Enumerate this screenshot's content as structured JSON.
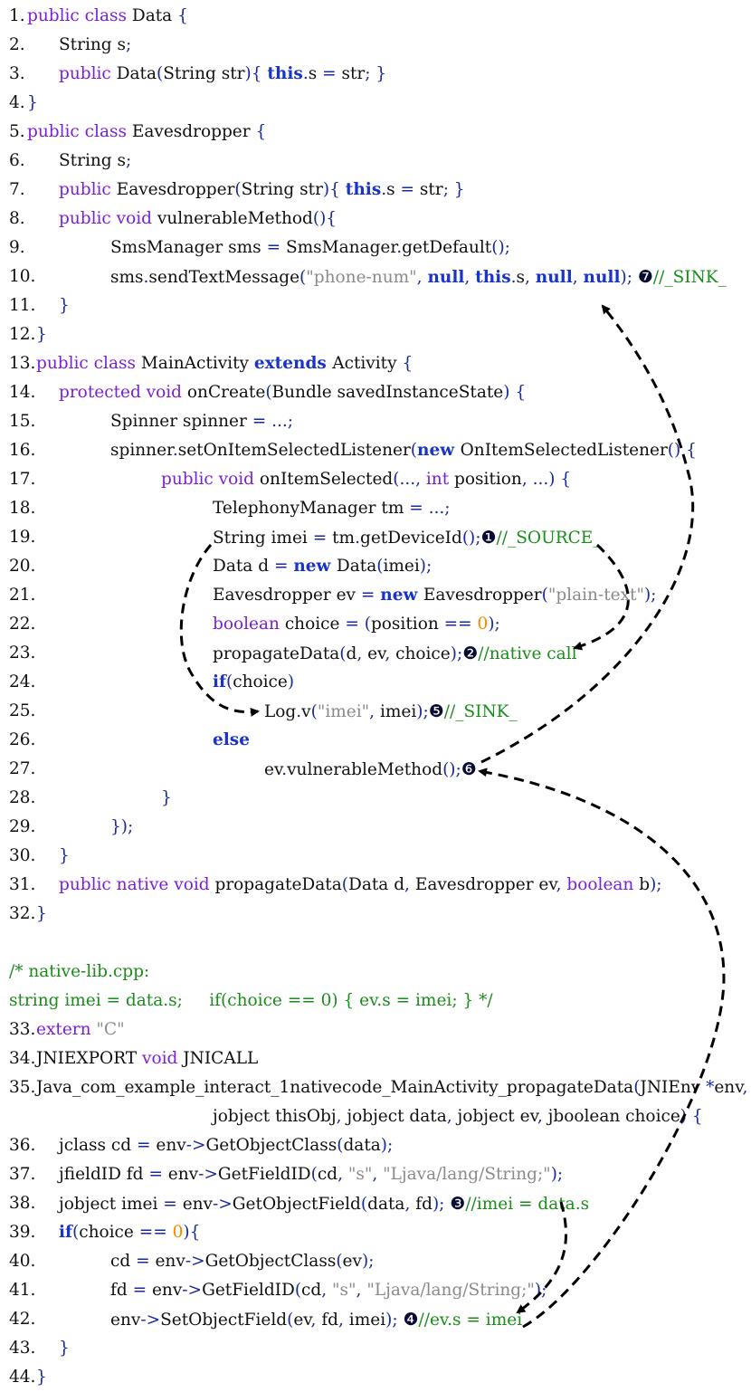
{
  "lines": [
    {
      "n": "1.",
      "indent": 0,
      "tokens": [
        [
          "kw",
          "public class "
        ],
        [
          "id",
          "Data "
        ],
        [
          "sym",
          "{"
        ]
      ]
    },
    {
      "n": "2.",
      "indent": 1,
      "tokens": [
        [
          "id",
          "String s"
        ],
        [
          "sym",
          ";"
        ]
      ]
    },
    {
      "n": "3.",
      "indent": 1,
      "tokens": [
        [
          "kw",
          "public "
        ],
        [
          "id",
          "Data"
        ],
        [
          "sym",
          "("
        ],
        [
          "id",
          "String str"
        ],
        [
          "sym",
          "){ "
        ],
        [
          "bkw",
          "this"
        ],
        [
          "sym",
          "."
        ],
        [
          "id",
          "s "
        ],
        [
          "sym",
          "= "
        ],
        [
          "id",
          "str"
        ],
        [
          "sym",
          "; }"
        ]
      ]
    },
    {
      "n": "4.",
      "indent": 0,
      "tokens": [
        [
          "sym",
          "}"
        ]
      ]
    },
    {
      "n": "5.",
      "indent": 0,
      "tokens": [
        [
          "kw",
          "public class "
        ],
        [
          "id",
          "Eavesdropper "
        ],
        [
          "sym",
          "{"
        ]
      ]
    },
    {
      "n": "6.",
      "indent": 1,
      "tokens": [
        [
          "id",
          "String s"
        ],
        [
          "sym",
          ";"
        ]
      ]
    },
    {
      "n": "7.",
      "indent": 1,
      "tokens": [
        [
          "kw",
          "public "
        ],
        [
          "id",
          "Eavesdropper"
        ],
        [
          "sym",
          "("
        ],
        [
          "id",
          "String str"
        ],
        [
          "sym",
          "){ "
        ],
        [
          "bkw",
          "this"
        ],
        [
          "sym",
          "."
        ],
        [
          "id",
          "s "
        ],
        [
          "sym",
          "= "
        ],
        [
          "id",
          "str"
        ],
        [
          "sym",
          "; }"
        ]
      ]
    },
    {
      "n": "8.",
      "indent": 1,
      "tokens": [
        [
          "kw",
          "public void "
        ],
        [
          "id",
          "vulnerableMethod"
        ],
        [
          "sym",
          "(){"
        ]
      ]
    },
    {
      "n": "9.",
      "indent": 2,
      "tokens": [
        [
          "id",
          "SmsManager sms "
        ],
        [
          "sym",
          "= "
        ],
        [
          "id",
          "SmsManager"
        ],
        [
          "sym",
          "."
        ],
        [
          "id",
          "getDefault"
        ],
        [
          "sym",
          "();"
        ]
      ]
    },
    {
      "n": "10.",
      "indent": 2,
      "tokens": [
        [
          "id",
          "sms"
        ],
        [
          "sym",
          "."
        ],
        [
          "id",
          "sendTextMessage"
        ],
        [
          "sym",
          "("
        ],
        [
          "str",
          "\"phone-num\""
        ],
        [
          "sym",
          ", "
        ],
        [
          "bkw",
          "null"
        ],
        [
          "sym",
          ", "
        ],
        [
          "bkw",
          "this"
        ],
        [
          "sym",
          "."
        ],
        [
          "id",
          "s"
        ],
        [
          "sym",
          ", "
        ],
        [
          "bkw",
          "null"
        ],
        [
          "sym",
          ", "
        ],
        [
          "bkw",
          "null"
        ],
        [
          "sym",
          "); "
        ],
        [
          "circ",
          "❼"
        ],
        [
          "cm",
          "//_SINK_"
        ]
      ]
    },
    {
      "n": "11.",
      "indent": 1,
      "tokens": [
        [
          "sym",
          "}"
        ]
      ]
    },
    {
      "n": "12.",
      "indent": 0,
      "tokens": [
        [
          "sym",
          "}"
        ]
      ]
    },
    {
      "n": "13.",
      "indent": 0,
      "tokens": [
        [
          "kw",
          "public class "
        ],
        [
          "id",
          "MainActivity "
        ],
        [
          "bkw",
          "extends "
        ],
        [
          "id",
          "Activity "
        ],
        [
          "sym",
          "{"
        ]
      ]
    },
    {
      "n": "14.",
      "indent": 1,
      "tokens": [
        [
          "kw",
          "protected void "
        ],
        [
          "id",
          "onCreate"
        ],
        [
          "sym",
          "("
        ],
        [
          "id",
          "Bundle savedInstanceState"
        ],
        [
          "sym",
          ") {"
        ]
      ]
    },
    {
      "n": "15.",
      "indent": 2,
      "tokens": [
        [
          "id",
          "Spinner spinner "
        ],
        [
          "sym",
          "= ...;"
        ]
      ]
    },
    {
      "n": "16.",
      "indent": 2,
      "tokens": [
        [
          "id",
          "spinner"
        ],
        [
          "sym",
          "."
        ],
        [
          "id",
          "setOnItemSelectedListener"
        ],
        [
          "sym",
          "("
        ],
        [
          "bkw",
          "new "
        ],
        [
          "id",
          "OnItemSelectedListener"
        ],
        [
          "sym",
          "() {"
        ]
      ]
    },
    {
      "n": "17.",
      "indent": 3,
      "tokens": [
        [
          "kw",
          "public void "
        ],
        [
          "id",
          "onItemSelected"
        ],
        [
          "sym",
          "(..., "
        ],
        [
          "kw",
          "int "
        ],
        [
          "id",
          "position"
        ],
        [
          "sym",
          ", ...) {"
        ]
      ]
    },
    {
      "n": "18.",
      "indent": 4,
      "tokens": [
        [
          "id",
          "TelephonyManager tm "
        ],
        [
          "sym",
          "= ...;"
        ]
      ]
    },
    {
      "n": "19.",
      "indent": 4,
      "tokens": [
        [
          "id",
          "String imei "
        ],
        [
          "sym",
          "= "
        ],
        [
          "id",
          "tm"
        ],
        [
          "sym",
          "."
        ],
        [
          "id",
          "getDeviceId"
        ],
        [
          "sym",
          "();"
        ],
        [
          "circ",
          "❶"
        ],
        [
          "cm",
          "//_SOURCE_"
        ]
      ]
    },
    {
      "n": "20.",
      "indent": 4,
      "tokens": [
        [
          "id",
          "Data d "
        ],
        [
          "sym",
          "= "
        ],
        [
          "bkw",
          "new "
        ],
        [
          "id",
          "Data"
        ],
        [
          "sym",
          "("
        ],
        [
          "id",
          "imei"
        ],
        [
          "sym",
          ");"
        ]
      ]
    },
    {
      "n": "21.",
      "indent": 4,
      "tokens": [
        [
          "id",
          "Eavesdropper ev "
        ],
        [
          "sym",
          "= "
        ],
        [
          "bkw",
          "new "
        ],
        [
          "id",
          "Eavesdropper"
        ],
        [
          "sym",
          "("
        ],
        [
          "str",
          "\"plain-text\""
        ],
        [
          "sym",
          ");"
        ]
      ]
    },
    {
      "n": "22.",
      "indent": 4,
      "tokens": [
        [
          "kw",
          "boolean "
        ],
        [
          "id",
          "choice "
        ],
        [
          "sym",
          "= ("
        ],
        [
          "id",
          "position "
        ],
        [
          "sym",
          "== "
        ],
        [
          "numlit",
          "0"
        ],
        [
          "sym",
          ");"
        ]
      ]
    },
    {
      "n": "23.",
      "indent": 4,
      "tokens": [
        [
          "id",
          "propagateData"
        ],
        [
          "sym",
          "("
        ],
        [
          "id",
          "d"
        ],
        [
          "sym",
          ", "
        ],
        [
          "id",
          "ev"
        ],
        [
          "sym",
          ", "
        ],
        [
          "id",
          "choice"
        ],
        [
          "sym",
          ");"
        ],
        [
          "circ",
          "❷"
        ],
        [
          "cm",
          "//native call"
        ]
      ]
    },
    {
      "n": "24.",
      "indent": 4,
      "tokens": [
        [
          "bkw",
          "if"
        ],
        [
          "sym",
          "("
        ],
        [
          "id",
          "choice"
        ],
        [
          "sym",
          ")"
        ]
      ]
    },
    {
      "n": "25.",
      "indent": 5,
      "tokens": [
        [
          "id",
          "Log"
        ],
        [
          "sym",
          "."
        ],
        [
          "id",
          "v"
        ],
        [
          "sym",
          "("
        ],
        [
          "str",
          "\"imei\""
        ],
        [
          "sym",
          ", "
        ],
        [
          "id",
          "imei"
        ],
        [
          "sym",
          ");"
        ],
        [
          "circ",
          "❺"
        ],
        [
          "cm",
          "//_SINK_"
        ]
      ]
    },
    {
      "n": "26.",
      "indent": 4,
      "tokens": [
        [
          "bkw",
          "else"
        ]
      ]
    },
    {
      "n": "27.",
      "indent": 5,
      "tokens": [
        [
          "id",
          "ev"
        ],
        [
          "sym",
          "."
        ],
        [
          "id",
          "vulnerableMethod"
        ],
        [
          "sym",
          "();"
        ],
        [
          "circ",
          "❻"
        ]
      ]
    },
    {
      "n": "28.",
      "indent": 3,
      "tokens": [
        [
          "sym",
          "}"
        ]
      ]
    },
    {
      "n": "29.",
      "indent": 2,
      "tokens": [
        [
          "sym",
          "});"
        ]
      ]
    },
    {
      "n": "30.",
      "indent": 1,
      "tokens": [
        [
          "sym",
          "}"
        ]
      ]
    },
    {
      "n": "31.",
      "indent": 1,
      "tokens": [
        [
          "kw",
          "public native void "
        ],
        [
          "id",
          "propagateData"
        ],
        [
          "sym",
          "("
        ],
        [
          "id",
          "Data d"
        ],
        [
          "sym",
          ", "
        ],
        [
          "id",
          "Eavesdropper ev"
        ],
        [
          "sym",
          ", "
        ],
        [
          "kw",
          "boolean "
        ],
        [
          "id",
          "b"
        ],
        [
          "sym",
          ");"
        ]
      ]
    },
    {
      "n": "32.",
      "indent": 0,
      "tokens": [
        [
          "sym",
          "}"
        ]
      ]
    },
    {
      "n": "",
      "indent": 0,
      "tokens": []
    },
    {
      "n": "",
      "indent": 0,
      "tokens": [
        [
          "cm",
          "/* native-lib.cpp:"
        ]
      ]
    },
    {
      "n": "",
      "indent": 0,
      "tokens": [
        [
          "cm",
          "string imei = data.s;     if(choice == 0) { ev.s = imei; } */"
        ]
      ]
    },
    {
      "n": "33.",
      "indent": 0,
      "tokens": [
        [
          "kw",
          "extern "
        ],
        [
          "str",
          "\"C\""
        ]
      ]
    },
    {
      "n": "34.",
      "indent": 0,
      "tokens": [
        [
          "id",
          "JNIEXPORT "
        ],
        [
          "kw",
          "void "
        ],
        [
          "id",
          "JNICALL"
        ]
      ]
    },
    {
      "n": "35.",
      "indent": 0,
      "tokens": [
        [
          "id",
          "Java_com_example_interact_1nativecode_MainActivity_propagateData"
        ],
        [
          "sym",
          "("
        ],
        [
          "id",
          "JNIEnv "
        ],
        [
          "sym",
          "*"
        ],
        [
          "id",
          "env"
        ],
        [
          "sym",
          ","
        ]
      ]
    },
    {
      "n": "",
      "indent": 4,
      "tokens": [
        [
          "id",
          "jobject thisObj"
        ],
        [
          "sym",
          ", "
        ],
        [
          "id",
          "jobject data"
        ],
        [
          "sym",
          ", "
        ],
        [
          "id",
          "jobject ev"
        ],
        [
          "sym",
          ", "
        ],
        [
          "id",
          "jboolean choice"
        ],
        [
          "sym",
          ") {"
        ]
      ]
    },
    {
      "n": "36.",
      "indent": 1,
      "tokens": [
        [
          "id",
          "jclass cd "
        ],
        [
          "sym",
          "= "
        ],
        [
          "id",
          "env"
        ],
        [
          "sym",
          "->"
        ],
        [
          "id",
          "GetObjectClass"
        ],
        [
          "sym",
          "("
        ],
        [
          "id",
          "data"
        ],
        [
          "sym",
          ");"
        ]
      ]
    },
    {
      "n": "37.",
      "indent": 1,
      "tokens": [
        [
          "id",
          "jfieldID fd "
        ],
        [
          "sym",
          "= "
        ],
        [
          "id",
          "env"
        ],
        [
          "sym",
          "->"
        ],
        [
          "id",
          "GetFieldID"
        ],
        [
          "sym",
          "("
        ],
        [
          "id",
          "cd"
        ],
        [
          "sym",
          ", "
        ],
        [
          "str",
          "\"s\""
        ],
        [
          "sym",
          ", "
        ],
        [
          "str",
          "\"Ljava/lang/String;\""
        ],
        [
          "sym",
          ");"
        ]
      ]
    },
    {
      "n": "38.",
      "indent": 1,
      "tokens": [
        [
          "id",
          "jobject imei "
        ],
        [
          "sym",
          "= "
        ],
        [
          "id",
          "env"
        ],
        [
          "sym",
          "->"
        ],
        [
          "id",
          "GetObjectField"
        ],
        [
          "sym",
          "("
        ],
        [
          "id",
          "data"
        ],
        [
          "sym",
          ", "
        ],
        [
          "id",
          "fd"
        ],
        [
          "sym",
          "); "
        ],
        [
          "circ",
          "❸"
        ],
        [
          "cm",
          "//imei = data.s"
        ]
      ]
    },
    {
      "n": "39.",
      "indent": 1,
      "tokens": [
        [
          "bkw",
          "if"
        ],
        [
          "sym",
          "("
        ],
        [
          "id",
          "choice "
        ],
        [
          "sym",
          "== "
        ],
        [
          "numlit",
          "0"
        ],
        [
          "sym",
          "){"
        ]
      ]
    },
    {
      "n": "40.",
      "indent": 2,
      "tokens": [
        [
          "id",
          "cd "
        ],
        [
          "sym",
          "= "
        ],
        [
          "id",
          "env"
        ],
        [
          "sym",
          "->"
        ],
        [
          "id",
          "GetObjectClass"
        ],
        [
          "sym",
          "("
        ],
        [
          "id",
          "ev"
        ],
        [
          "sym",
          ");"
        ]
      ]
    },
    {
      "n": "41.",
      "indent": 2,
      "tokens": [
        [
          "id",
          "fd "
        ],
        [
          "sym",
          "= "
        ],
        [
          "id",
          "env"
        ],
        [
          "sym",
          "->"
        ],
        [
          "id",
          "GetFieldID"
        ],
        [
          "sym",
          "("
        ],
        [
          "id",
          "cd"
        ],
        [
          "sym",
          ", "
        ],
        [
          "str",
          "\"s\""
        ],
        [
          "sym",
          ", "
        ],
        [
          "str",
          "\"Ljava/lang/String;\""
        ],
        [
          "sym",
          ");"
        ]
      ]
    },
    {
      "n": "42.",
      "indent": 2,
      "tokens": [
        [
          "id",
          "env"
        ],
        [
          "sym",
          "->"
        ],
        [
          "id",
          "SetObjectField"
        ],
        [
          "sym",
          "("
        ],
        [
          "id",
          "ev"
        ],
        [
          "sym",
          ", "
        ],
        [
          "id",
          "fd"
        ],
        [
          "sym",
          ", "
        ],
        [
          "id",
          "imei"
        ],
        [
          "sym",
          "); "
        ],
        [
          "circ",
          "❹"
        ],
        [
          "cm",
          "//ev.s = imei"
        ]
      ]
    },
    {
      "n": "43.",
      "indent": 1,
      "tokens": [
        [
          "sym",
          "}"
        ]
      ]
    },
    {
      "n": "44.",
      "indent": 0,
      "tokens": [
        [
          "sym",
          "}"
        ]
      ]
    }
  ]
}
